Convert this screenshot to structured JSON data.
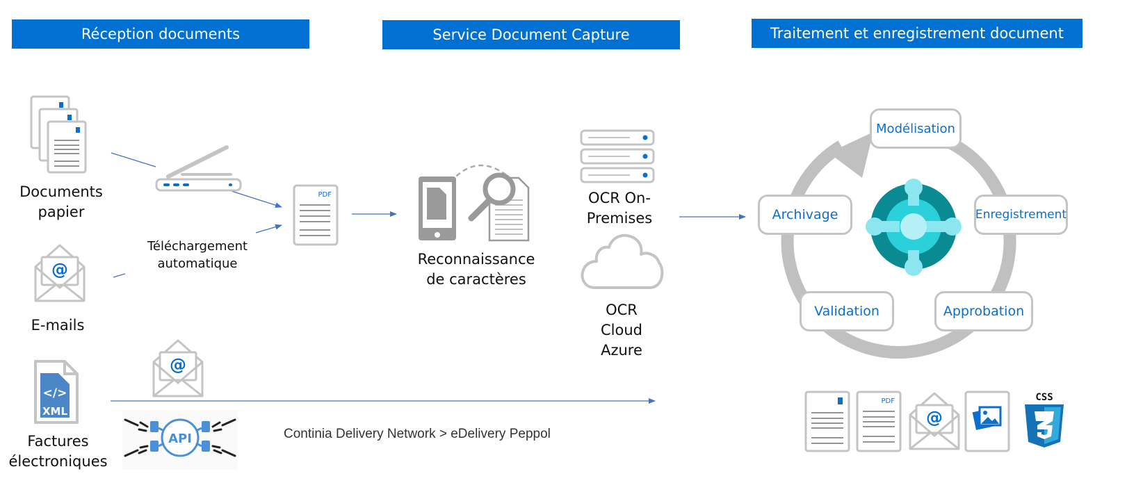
{
  "headers": {
    "reception": "Réception documents",
    "capture": "Service Document Capture",
    "processing": "Traitement et enregistrement document"
  },
  "sources": {
    "paper": [
      "Documents",
      "papier"
    ],
    "email": "E-mails",
    "einvoice": [
      "Factures",
      "électroniques"
    ]
  },
  "auto_download": [
    "Téléchargement",
    "automatique"
  ],
  "pdf_label": "PDF",
  "ocr": {
    "recognition": [
      "Reconnaissance",
      "de caractères"
    ],
    "onprem": [
      "OCR On-",
      "Premises"
    ],
    "cloud": [
      "OCR",
      "Cloud",
      "Azure"
    ]
  },
  "xml_label": "XML",
  "api_label": "API",
  "network": "Continia Delivery Network > eDelivery Peppol",
  "cycle": {
    "steps": [
      "Modélisation",
      "Enregistrement",
      "Approbation",
      "Validation",
      "Archivage"
    ]
  },
  "output_icons": [
    "document-icon",
    "pdf-icon",
    "email-icon",
    "image-icon",
    "css3-icon"
  ],
  "css_label": "CSS",
  "colors": {
    "header_blue": "#0170d3",
    "arrow_blue": "#4472c4",
    "icon_gray": "#c4c4c4",
    "accent_blue": "#0b6fce",
    "teal": "#0a8a93"
  }
}
